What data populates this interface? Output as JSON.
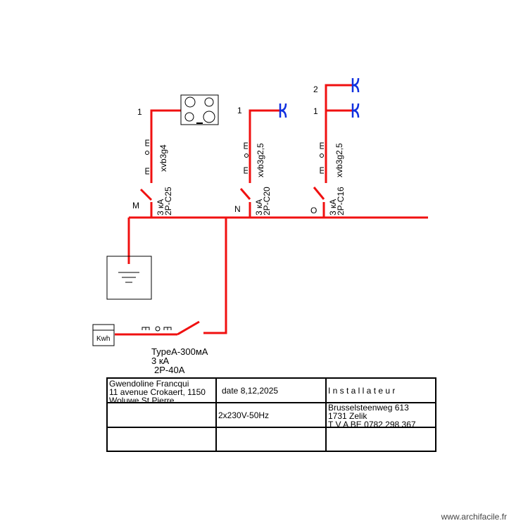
{
  "circuits": [
    {
      "id": "M",
      "breaker": "2P-C25",
      "kA": "3 кA",
      "cable": "xvb3g4",
      "count": "1",
      "load": "cooktop-icon"
    },
    {
      "id": "N",
      "breaker": "2P-C20",
      "kA": "3 кA",
      "cable": "xvb3g2,5",
      "count": "1",
      "load": "socket-icon"
    },
    {
      "id": "O",
      "breaker": "2P-C16",
      "kA": "3 кA",
      "cable": "xvb3g2,5",
      "counts": [
        "2",
        "1"
      ],
      "load": "socket-icon"
    }
  ],
  "main": {
    "meter": "Kwh",
    "type": "TypeA-300мA",
    "kA": "3 кA",
    "breaker": "2P-40A"
  },
  "table": {
    "r1c1": [
      "Gwendoline Francqui",
      "11 avenue Crokaert, 1150",
      "Woluwe St Pierre"
    ],
    "r1c2": "date 8,12,2025",
    "r1c3": "I n s t a l l a t e u r",
    "r2c2": "2x230V-50Hz",
    "r2c3": [
      "Brusselsteenweg 613",
      "1731 Zelik",
      "T V A BE 0782 298 367"
    ]
  },
  "watermark": "www.archifacile.fr",
  "colors": {
    "wire": "#f01010",
    "socket": "#1030e0"
  }
}
